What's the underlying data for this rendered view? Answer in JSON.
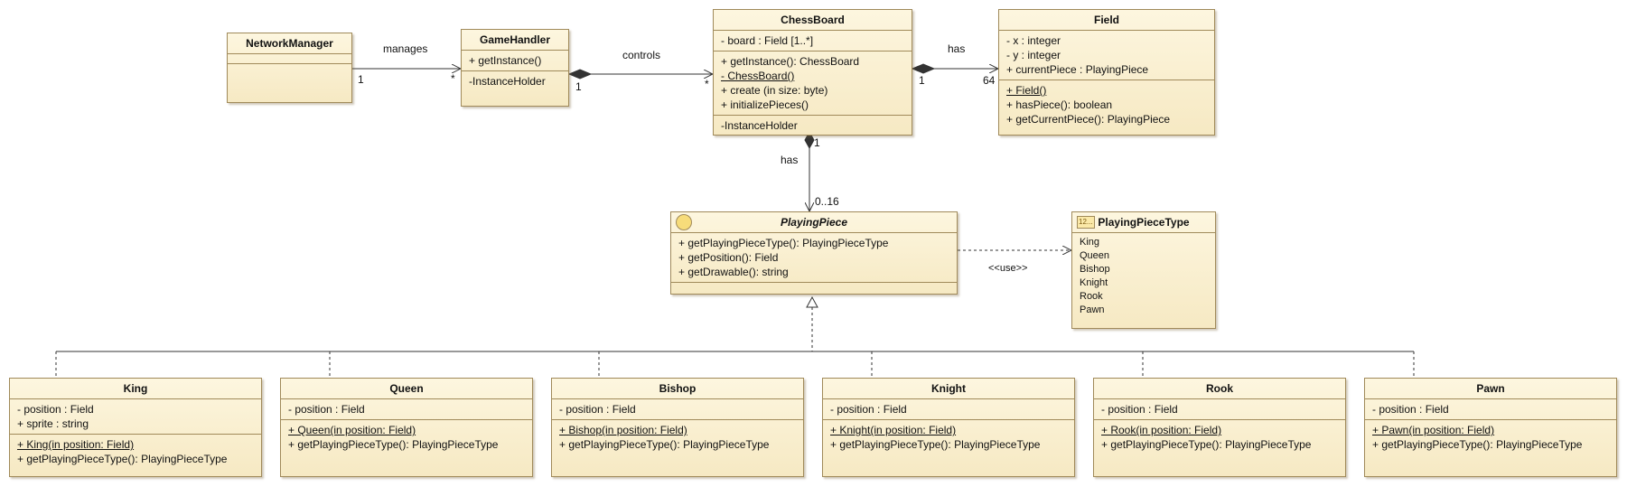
{
  "labels": {
    "manages": "manages",
    "controls": "controls",
    "has_field": "has",
    "has_piece": "has",
    "use": "<<use>>"
  },
  "multiplicities": {
    "nm_manages_1": "1",
    "nm_manages_star": "*",
    "gh_controls_1": "1",
    "gh_controls_star": "*",
    "cb_has_1": "1",
    "cb_has_64": "64",
    "cb_piece_1": "1",
    "cb_piece_0_16": "0..16"
  },
  "classes": {
    "networkManager": {
      "name": "NetworkManager"
    },
    "gameHandler": {
      "name": "GameHandler",
      "operations": [
        "+ getInstance()"
      ],
      "extra": [
        "-InstanceHolder"
      ]
    },
    "chessBoard": {
      "name": "ChessBoard",
      "attributes": [
        "- board : Field [1..*]"
      ],
      "operations": [
        "+ getInstance(): ChessBoard",
        "- ChessBoard()",
        "+ create (in size: byte)",
        "+ initializePieces()"
      ],
      "extra": [
        "-InstanceHolder"
      ]
    },
    "field": {
      "name": "Field",
      "attributes": [
        "- x : integer",
        "- y : integer",
        "+ currentPiece : PlayingPiece"
      ],
      "operations": [
        "+ Field()",
        "+ hasPiece(): boolean",
        "+ getCurrentPiece(): PlayingPiece"
      ]
    },
    "playingPiece": {
      "name": "PlayingPiece",
      "operations": [
        "+ getPlayingPieceType(): PlayingPieceType",
        "+ getPosition(): Field",
        "+ getDrawable(): string"
      ]
    },
    "playingPieceType": {
      "name": "PlayingPieceType",
      "icon_text": "12...",
      "literals": [
        "King",
        "Queen",
        "Bishop",
        "Knight",
        "Rook",
        "Pawn"
      ]
    },
    "king": {
      "name": "King",
      "attributes": [
        "- position : Field",
        "+ sprite : string"
      ],
      "operations": [
        "+ King(in position: Field)",
        "+ getPlayingPieceType(): PlayingPieceType"
      ]
    },
    "queen": {
      "name": "Queen",
      "attributes": [
        "- position : Field"
      ],
      "operations": [
        "+ Queen(in position: Field)",
        "+ getPlayingPieceType(): PlayingPieceType"
      ]
    },
    "bishop": {
      "name": "Bishop",
      "attributes": [
        "- position : Field"
      ],
      "operations": [
        "+ Bishop(in position: Field)",
        "+ getPlayingPieceType(): PlayingPieceType"
      ]
    },
    "knight": {
      "name": "Knight",
      "attributes": [
        "- position : Field"
      ],
      "operations": [
        "+ Knight(in position: Field)",
        "+ getPlayingPieceType(): PlayingPieceType"
      ]
    },
    "rook": {
      "name": "Rook",
      "attributes": [
        "- position : Field"
      ],
      "operations": [
        "+ Rook(in position: Field)",
        "+ getPlayingPieceType(): PlayingPieceType"
      ]
    },
    "pawn": {
      "name": "Pawn",
      "attributes": [
        "- position : Field"
      ],
      "operations": [
        "+ Pawn(in position: Field)",
        "+ getPlayingPieceType(): PlayingPieceType"
      ]
    }
  }
}
